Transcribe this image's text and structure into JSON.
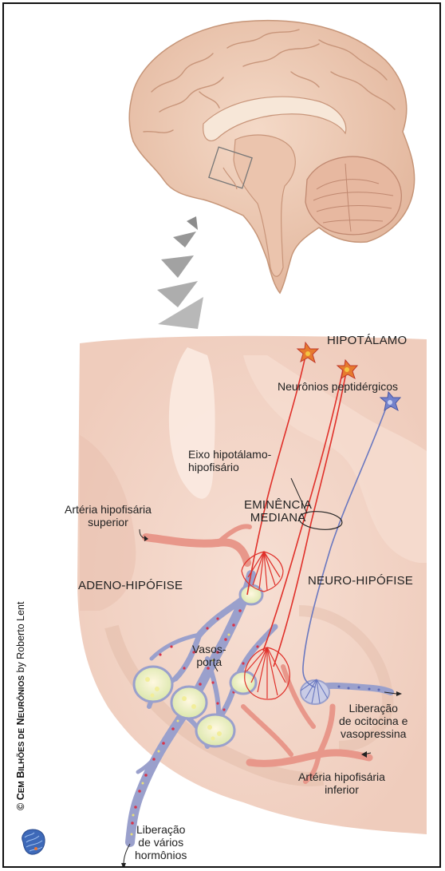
{
  "labels": {
    "hipotalamo": "HIPOTÁLAMO",
    "neuronios": "Neurônios peptidérgicos",
    "eixo": "Eixo hipotálamo-\nhipofisário",
    "arteria_superior": "Artéria hipofisária\nsuperior",
    "eminencia": "EMINÊNCIA\nMEDIANA",
    "adeno": "ADENO-HIPÓFISE",
    "neuro": "NEURO-HIPÓFISE",
    "vasos": "Vasos-\nporta",
    "liberacao_ocitocina": "Liberação\nde ocitocina e\nvasopressina",
    "arteria_inferior": "Artéria hipofisária\ninferior",
    "liberacao_hormonios": "Liberação\nde vários\nhormônios"
  },
  "credit": {
    "copyright": "©",
    "cem": "C",
    "cem_rest": "EM",
    "bilhoes": "B",
    "bilhoes_rest": "ILHÕES DE",
    "neuronios": "N",
    "neuronios_rest": "EURÔNIOS",
    "by": "by Roberto Lent"
  },
  "colors": {
    "tissue": "#f2d2c4",
    "vessel": "#9aa0cc",
    "axon_red": "#e0302a",
    "axon_blue": "#6a78c0",
    "artery": "#e8978a"
  }
}
